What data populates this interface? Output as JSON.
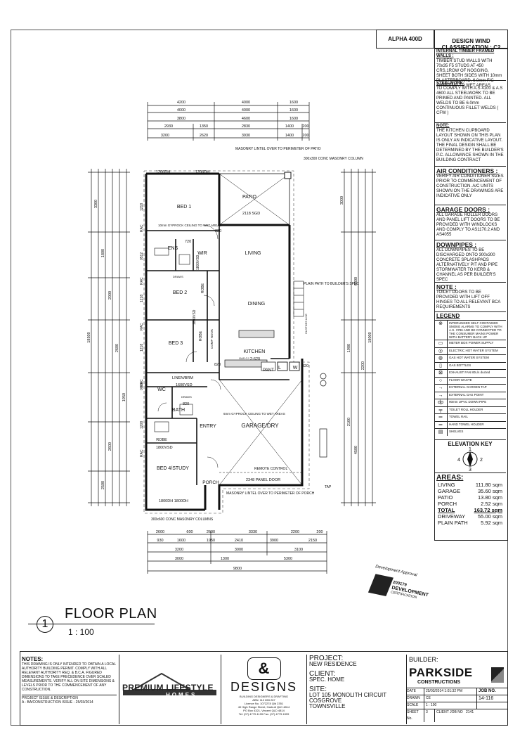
{
  "sheet": {
    "title": "ALPHA 400D",
    "wind": "DESIGN WIND\nCLASSIFICATION : C2"
  },
  "notes_panel": {
    "internal_frame": {
      "title": "INTERNAL TIMBER FRAMED WALLS :",
      "body": "TIMBER STUD WALLS WITH 70x35 F5 STUDS AT 450 CRS,1ROW OF NOGGING, SHEET BOTH SIDES WITH 10mm PLASTERBOARD, 6.0mm F/C SHEETING TO WET AREAS"
    },
    "steelwork": {
      "title": "STEELWORK:",
      "body": "TO COMPLY WITH A.S 4100 & A.S 4600 ALL STEELWORK TO BE PRIMED AND PAINTED. ALL WELDS TO BE 6.0mm CONTINUOUS FILLET WELDS ( CFW )"
    },
    "note1": {
      "title": "NOTE:",
      "body": "THE KITCHEN CUPBOARD LAYOUT SHOWN ON THIS PLAN IS ONLY AN INDICATIVE LAYOUT. THE FINAL DESIGN SHALL BE DETERMINED BY THE BUILDER'S P.C. ALLOWANCE SHOWN IN THE BUILDING CONTRACT"
    },
    "aircon": {
      "title": "AIR CONDITIONERS :",
      "body": "VERIFY AIR CONDITIONER SIZES PRIOR TO COMMENCEMENT OF CONSTRUCTION. A/C UNITS SHOWN ON THE DRAWINGS ARE INDICATIVE ONLY"
    },
    "garage": {
      "title": "GARAGE DOORS :",
      "body": "ALL GARAGE ROLLER DOORS AND PANEL LIFT DOORS TO BE PROVIDED WITH WINDLOCKS AND COMPLY TO AS1170.2 AND AS4055"
    },
    "downpipes": {
      "title": "DOWNPIPES :",
      "body": "ALL DOWNPIPES TO BE DISCHARGED ONTO 300x300 CONCRETE SPLASHPADS ALTERNATIVELY PIT AND PIPE STORMWATER TO KERB & CHANNEL AS PER BUILDER'S SPEC"
    },
    "note2": {
      "title": "NOTE :",
      "body": "TOILET DOORS TO BE PROVIDED WITH LIFT OFF HINGES TO ALL RELEVANT BCA REQUIREMENTS"
    }
  },
  "legend": {
    "title": "LEGEND",
    "items": [
      {
        "sym": "⊗",
        "label": "INTERLINKED SELF CONTAINED SMOKE ALARMS TO COMPLY WITH A.S. 3786 AND BE CONNECTED TO THE CONSUMER MAINS POWER WITH BATTERY BACK UP"
      },
      {
        "sym": "▭",
        "label": "METER BOX POWER SUPPLY"
      },
      {
        "sym": "◎",
        "label": "ELECTRIC HOT WATER SYSTEM"
      },
      {
        "sym": "◍",
        "label": "GAS HOT WATER SYSTEM"
      },
      {
        "sym": "▯",
        "label": "GAS BOTTLES"
      },
      {
        "sym": "⊠",
        "label": "EXHAUST FAN 80L/s ducted"
      },
      {
        "sym": "○",
        "label": "FLOOR WASTE"
      },
      {
        "sym": "→",
        "label": "EXTERNAL GARDEN TAP"
      },
      {
        "sym": "→",
        "label": "EXTERNAL GAS POINT"
      },
      {
        "sym": "dp",
        "label": "90mm UPVC DOWN PIPE"
      },
      {
        "sym": "╤",
        "label": "TOILET ROLL HOLDER"
      },
      {
        "sym": "═",
        "label": "TOWEL RAIL"
      },
      {
        "sym": "═",
        "label": "HAND TOWEL HOLDER"
      },
      {
        "sym": "▤",
        "label": "SHELVES"
      }
    ]
  },
  "elevation_key": {
    "title": "ELEVATION KEY",
    "n1": "1",
    "n2": "2",
    "n3": "3",
    "n4": "4"
  },
  "areas": {
    "title": "AREAS:",
    "rows": [
      {
        "name": "LIVING",
        "value": "111.80 sqm"
      },
      {
        "name": "GARAGE",
        "value": "35.60 sqm"
      },
      {
        "name": "PATIO",
        "value": "13.80 sqm"
      },
      {
        "name": "PORCH",
        "value": "2.52 sqm"
      },
      {
        "name": "TOTAL",
        "value": "163.72 sqm"
      },
      {
        "name": "DRIVEWAY",
        "value": "55.00 sqm"
      },
      {
        "name": "PLAIN PATH",
        "value": "5.92 sqm"
      }
    ]
  },
  "plan": {
    "rooms": {
      "bed1": "BED 1",
      "ens": "ENS",
      "wir": "WIR",
      "bed2": "BED 2",
      "robe1": "ROBE",
      "bed3": "BED 3",
      "robe2": "ROBE",
      "comp": "COMP NOOK",
      "living": "LIVING",
      "dining": "DINING",
      "kitchen": "KITCHEN",
      "patio": "PATIO",
      "pant": "PANT",
      "wc": "WC",
      "bath": "BATH",
      "linen": "LINEN/BRM",
      "robe3": "ROBE",
      "entry": "ENTRY",
      "bed4": "BED 4/STUDY",
      "porch": "PORCH",
      "garage": "GARAGE/DRY",
      "l": "L",
      "w": "W"
    },
    "labels": {
      "lintel_patio": "MASONRY LINTEL OVER TO PERIMETER OF PATIO",
      "conc_col": "300x300 CONC MASONRY COLUMN",
      "path": "PLAIN PATH TO BUILDER'S SPEC",
      "lintel_porch": "MASONRY LINTEL OVER TO PERIMETER OF PORCH",
      "conc_cols": "300x600 CONC MASONRY COLUMNS",
      "panel_door": "2348 PANEL DOOR",
      "remote": "REMOTE CONTROL",
      "gyprock": "10mm GYPROCK CEILING TO WET AREAS",
      "gyprock2": "6mm GYPROCK CEILING TO WET AREAS",
      "sgd": "2118 SGD",
      "sgd2": "2-620",
      "d1": "1206DH",
      "d2": "1206DH",
      "d3": "1800VSD",
      "d4": "1800VSD",
      "d5": "1600VSD",
      "d6": "1800VSD",
      "d7": "1800DH 1800DH",
      "w820a": "820",
      "w720": "720",
      "w820b": "820",
      "w820c": "820",
      "w820d": "820",
      "draws": "DRAWS",
      "draws2": "DRAWS",
      "gascj": "GAS CJ",
      "rac1": "RAC",
      "rac2": "RAC",
      "rac3": "RAC",
      "rac4": "RAC",
      "rac5": "RAC",
      "d_rw1": "1218",
      "d_rw2": "0512",
      "d_rw3": "1218",
      "d_rw4": "1218",
      "d_rw5": "0609",
      "d_rw6": "1208",
      "tap": "TAP",
      "clothes": "CLOTHES LINE"
    },
    "dims_top": {
      "r1": [
        "4200",
        "4000",
        "1600"
      ],
      "r2": [
        "4000",
        "4000",
        "1600"
      ],
      "r3": [
        "3800",
        "4600",
        "1600"
      ],
      "r4": [
        "2930",
        "1350",
        "2830",
        "1400",
        "200"
      ],
      "r5": [
        "3200",
        "2620",
        "3930",
        "1400",
        "200"
      ]
    },
    "dims_bottom": {
      "r1": [
        "2600",
        "600",
        "2600",
        "3330",
        "2200",
        "200"
      ],
      "r2": [
        "930",
        "1600",
        "1950",
        "2410",
        "3900",
        "2150"
      ],
      "r3": [
        "3200",
        "3000",
        "3100"
      ],
      "r4": [
        "3000",
        "1300",
        "5300"
      ],
      "r5": [
        "9800"
      ]
    },
    "dims_left": [
      "3300",
      "1800",
      "2000",
      "2600",
      "1950",
      "2600",
      "2500",
      "18500"
    ],
    "dims_right": [
      "3000",
      "1900",
      "6300",
      "18000",
      "2200",
      "2100",
      "4500"
    ]
  },
  "approval": {
    "l1": "Development Approval",
    "l2": "200179",
    "l3": "DEVELOPMENT",
    "l4": "CERTIFICATION"
  },
  "drawing": {
    "num": "1",
    "title": "FLOOR PLAN",
    "scale": "1 : 100"
  },
  "titleblock": {
    "notes_title": "NOTES:",
    "notes_body": "THIS DRAWING IS ONLY INTENDED TO OBTAIN A LOCAL AUTHORITY BUILDING PERMIT. COMPLY WITH ALL RELEVANT AUTHORITY REQ. & B.C.A. FIGURED DIMENSIONS TO TAKE PRECEDENCE OVER SCALED MEASUREMENTS. VERIFY ALL ON SITE DIMENSIONS & LEVELS PRIOR TO THE COMMENCEMENT OF ANY CONSTRUCTION.",
    "issue_title": "PROJECT ISSUE & DESCRIPTION",
    "issue": "A - BA/CONSTRUCTION ISSUE - 25/03/2014",
    "brand1": "PREMIUM LIFESTYLE",
    "brand1_sub": "HOMES",
    "designs": "DESIGNS",
    "designs_small": "BUILDING DESIGNERS & DRAFTING\nABN: 112 853 267\nLicence No. 1072278 Qld 2351\n40 High Range Street, Garbutt QLD 4814\nPO Box 4321, Vincent QLD 4814\nTel: (07) 4779 4199 Fax: (07) 4779 4399",
    "project_label": "PROJECT:",
    "project": "NEW RESIDENCE",
    "client_label": "CLIENT:",
    "client": "SPEC. HOME",
    "site_label": "SITE:",
    "site": "LOT 105 MONOLITH CIRCUIT\nCOSGROVE\nTOWNSVILLE",
    "builder_label": "BUILDER:",
    "builder": "PARKSIDE",
    "builder_sub": "CONSTRUCTIONS",
    "date_label": "DATE",
    "date": "25/03/2014 1:01:32 PM",
    "drawn_label": "DRAWN",
    "drawn": "CE",
    "scale_label": "SCALE",
    "scale": "1 : 100",
    "sheet_label": "SHEET No.",
    "sheet": "3",
    "clientjob_label": "CLIENT JOB NO",
    "clientjob": "2141",
    "job_label": "JOB NO.",
    "job": "14-116"
  }
}
